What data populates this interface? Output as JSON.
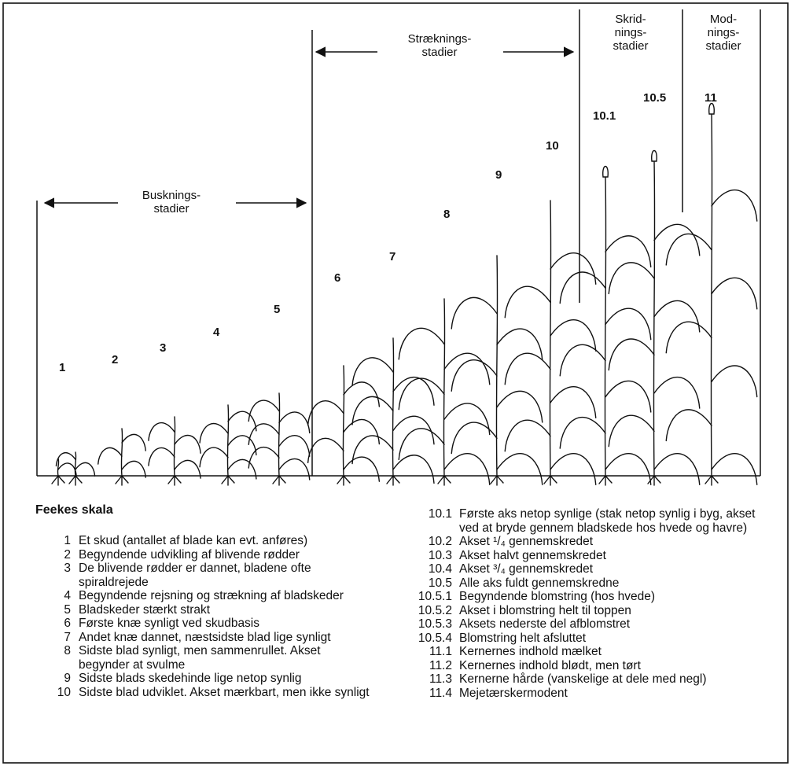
{
  "groups": {
    "tillering_l1": "Busknings-",
    "tillering_l2": "stadier",
    "elongation_l1": "Strækning​s-",
    "elongation_l2": "stadier",
    "heading_l1": "Skrid-",
    "heading_l2": "nings-",
    "heading_l3": "stadier",
    "ripening_l1": "Mod-",
    "ripening_l2": "nings-",
    "ripening_l3": "stadier"
  },
  "stage_labels": [
    "1",
    "2",
    "3",
    "4",
    "5",
    "6",
    "7",
    "8",
    "9",
    "10",
    "10.1",
    "10.5",
    "11"
  ],
  "scale_title": "Feekes skala",
  "legend_left": [
    {
      "code": "1",
      "text": "Et skud (antallet af blade kan evt. anføres)"
    },
    {
      "code": "2",
      "text": "Begyndende udvikling af blivende rødder"
    },
    {
      "code": "3",
      "text": "De blivende rødder er dannet, bladene ofte spiraldrejede"
    },
    {
      "code": "4",
      "text": "Begyndende rejsning og strækning af bladskeder"
    },
    {
      "code": "5",
      "text": "Bladskeder stærkt strakt"
    },
    {
      "code": "6",
      "text": "Første knæ synligt ved skudbasis"
    },
    {
      "code": "7",
      "text": "Andet knæ dannet, næstsidste blad lige synligt"
    },
    {
      "code": "8",
      "text": "Sidste blad synligt, men sammenrullet. Akset begynder at svulme"
    },
    {
      "code": "9",
      "text": "Sidste blads skedehinde lige netop synlig"
    },
    {
      "code": "10",
      "text": "Sidste blad udviklet. Akset mærkbart, men ikke synligt"
    }
  ],
  "legend_right": [
    {
      "code": "10.1",
      "text": "Første aks netop synlige (stak netop synlig i byg, akset ved at bryde gennem bladskede hos hvede og havre)"
    },
    {
      "code": "10.2",
      "text": "Akset ¹/₄ gennemskredet"
    },
    {
      "code": "10.3",
      "text": "Akset halvt gennemskredet"
    },
    {
      "code": "10.4",
      "text": "Akset ³/₄ gennemskredet"
    },
    {
      "code": "10.5",
      "text": "Alle aks fuldt gennemskredne"
    },
    {
      "code": "10.5.1",
      "text": "Begyndende blomstring (hos hvede)"
    },
    {
      "code": "10.5.2",
      "text": "Akset i blomstring helt til toppen"
    },
    {
      "code": "10.5.3",
      "text": "Aksets nederste del afblomstret"
    },
    {
      "code": "10.5.4",
      "text": "Blomstring helt afsluttet"
    },
    {
      "code": "11.1",
      "text": "Kernernes indhold mælket"
    },
    {
      "code": "11.2",
      "text": "Kernernes indhold blødt, men tørt"
    },
    {
      "code": "11.3",
      "text": "Kernerne hårde (vanskelige at dele med negl)"
    },
    {
      "code": "11.4",
      "text": "Mejetærskermodent"
    }
  ],
  "colors": {
    "ink": "#111111",
    "paper": "#ffffff"
  }
}
